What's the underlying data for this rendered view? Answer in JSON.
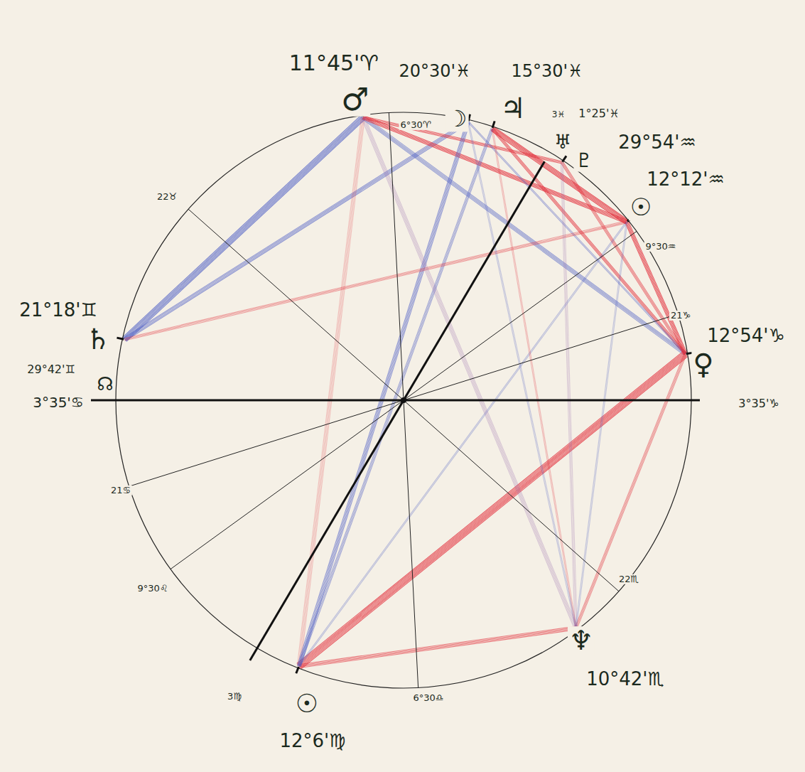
{
  "diagram": {
    "labels": [
      "11°45'♈",
      "♂",
      "6°30♈",
      "☽",
      "20°30'♓",
      "♃",
      "15°30'♓",
      "3♓",
      "1°25'♓",
      "♅",
      "♇",
      "29°54'♒",
      "☉",
      "12°12'♒",
      "9°30♒",
      "21♑",
      "12°54'♑",
      "♀",
      "3°35'♑",
      "22♏",
      "♆",
      "10°42'♏",
      "6°30♎",
      "☉",
      "12°6'♍",
      "3♍",
      "9°30♌",
      "21♋",
      "3°35'♋",
      "☊",
      "29°42'♊",
      "♄",
      "21°18'♊",
      "22♉"
    ]
  }
}
